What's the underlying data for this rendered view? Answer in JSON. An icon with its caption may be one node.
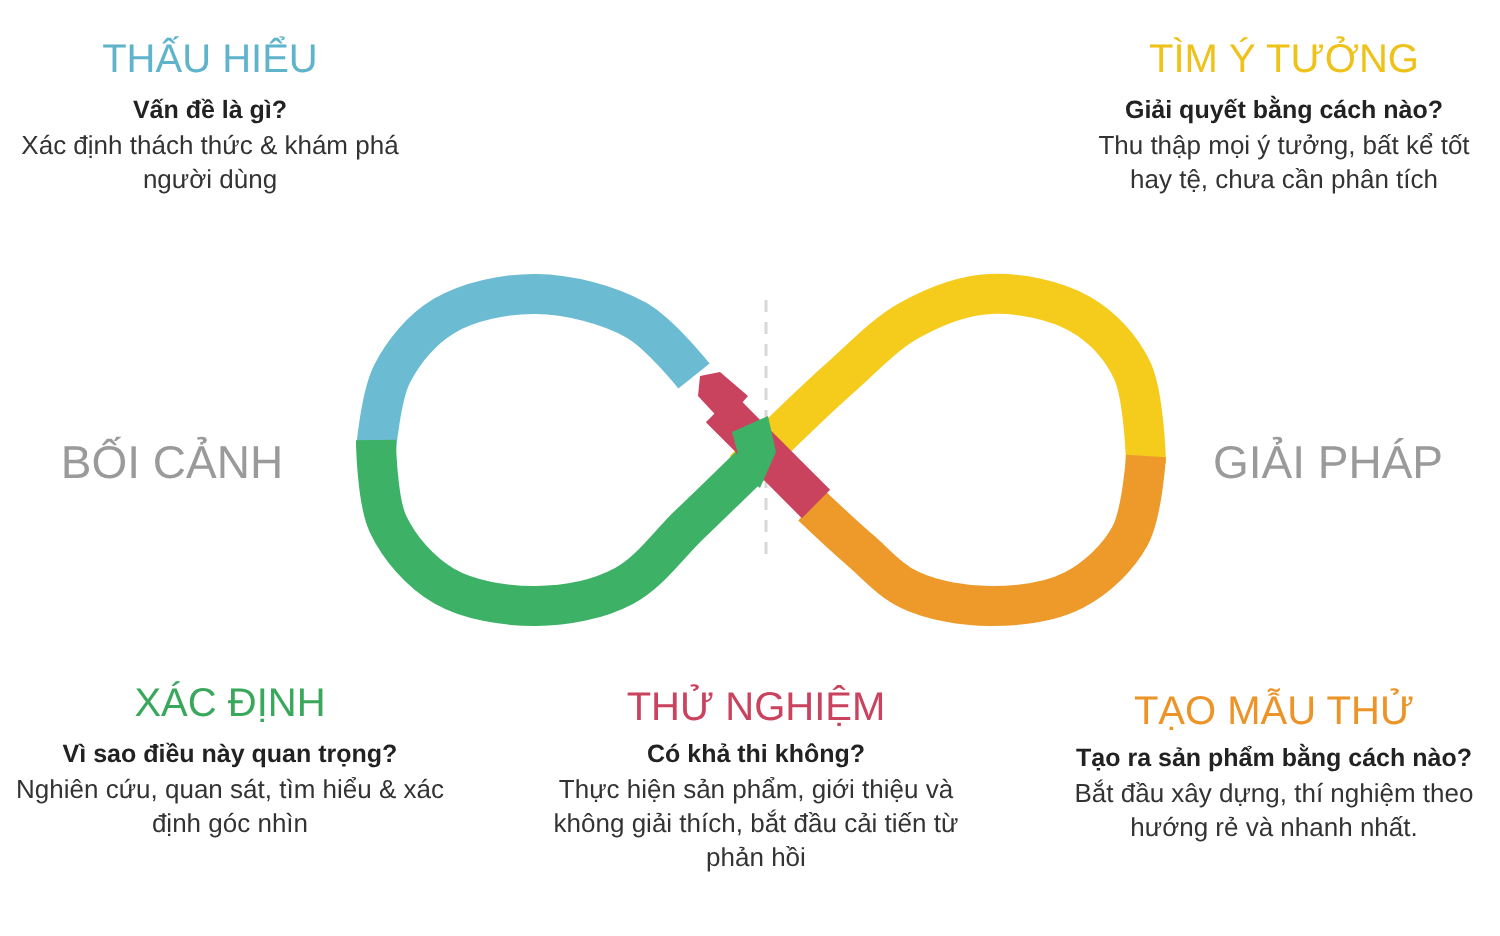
{
  "diagram": {
    "labels": [
      "THẤU HIỂU",
      "Vấn đề là gì?",
      "Xác định thách thức & khám phá người dùng",
      "TÌM Ý TƯỞNG",
      "Giải quyết bằng cách nào?",
      "Thu thập mọi ý tưởng, bất kể tốt hay tệ, chưa cần phân tích",
      "BỐI CẢNH",
      "GIẢI PHÁP",
      "XÁC ĐỊNH",
      "Vì sao điều này quan trọng?",
      "Nghiên cứu, quan sát, tìm hiểu & xác định góc nhìn",
      "THỬ NGHIỆM",
      "Có khả thi không?",
      "Thực hiện sản phẩm, giới thiệu và không giải thích, bắt đầu cải tiến từ phản hồi",
      "TẠO MẪU THỬ",
      "Tạo ra sản phẩm bằng cách nào?",
      "Bắt đầu xây dựng, thí nghiệm theo hướng rẻ và nhanh nhất."
    ]
  }
}
